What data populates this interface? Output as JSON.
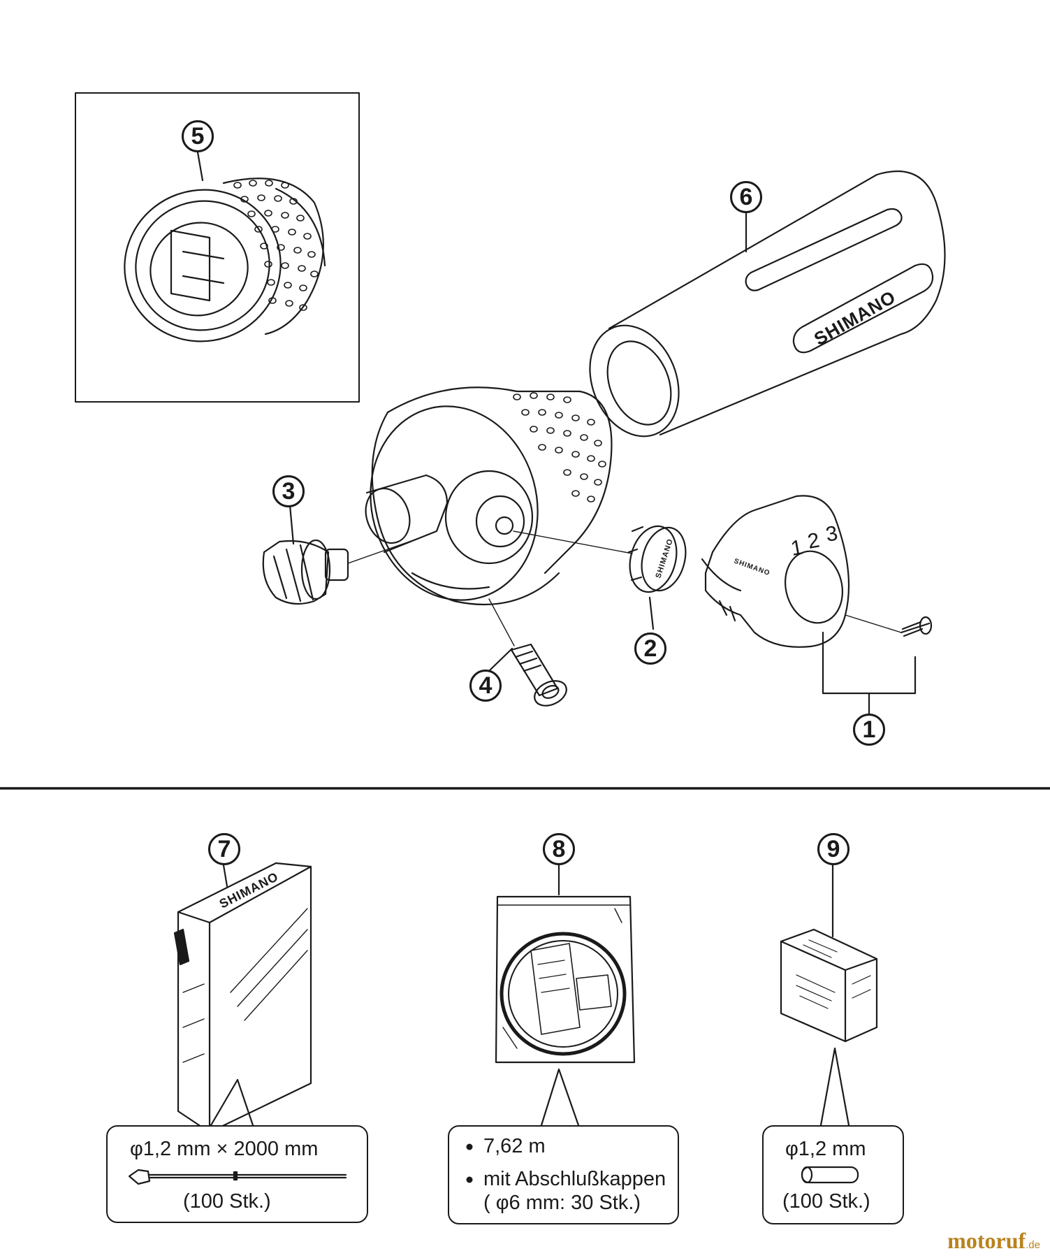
{
  "callouts": [
    "1",
    "2",
    "3",
    "4",
    "5",
    "6",
    "7",
    "8",
    "9"
  ],
  "grip_logo": "SHIMANO",
  "cable_box_logo": "SHIMANO",
  "shifter_numbers": [
    "1",
    "2",
    "3"
  ],
  "specs": {
    "item7": {
      "line1": "φ1,2 mm × 2000 mm",
      "line2": "(100 Stk.)"
    },
    "item8": {
      "line1": "7,62 m",
      "line2": "mit Abschlußkappen",
      "line3": "( φ6 mm: 30 Stk.)"
    },
    "item9": {
      "line1": "φ1,2 mm",
      "line2": "(100 Stk.)"
    }
  },
  "watermark": {
    "main": "motoruf",
    "suffix": ".de"
  }
}
